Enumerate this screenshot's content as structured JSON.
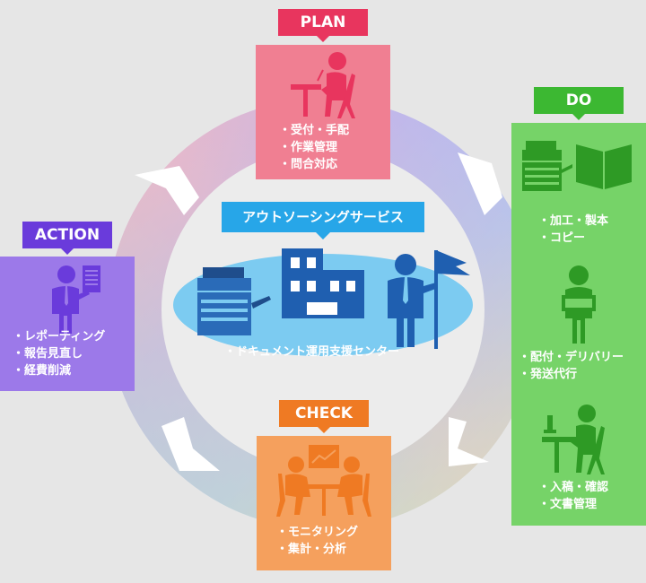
{
  "center": {
    "title": "アウトソーシングサービス",
    "label": "・ドキュメント運用支援センター"
  },
  "plan": {
    "tag": "PLAN",
    "items": [
      "・受付・手配",
      "・作業管理",
      "・問合対応"
    ],
    "color": "#f07f92",
    "tag_color": "#e8355e"
  },
  "do": {
    "tag": "DO",
    "groups": [
      {
        "items": [
          "・加工・製本",
          "・コピー"
        ],
        "icons": [
          "copier-icon",
          "book-icon"
        ]
      },
      {
        "items": [
          "・配付・デリバリー",
          "・発送代行"
        ],
        "icons": [
          "delivery-person-icon"
        ]
      },
      {
        "items": [
          "・入稿・確認",
          "・文書管理"
        ],
        "icons": [
          "desk-worker-icon"
        ]
      }
    ],
    "color": "#76d368",
    "tag_color": "#3cb832"
  },
  "check": {
    "tag": "CHECK",
    "items": [
      "・モニタリング",
      "・集計・分析"
    ],
    "color": "#f5a05d",
    "tag_color": "#ef7a23"
  },
  "action": {
    "tag": "ACTION",
    "items": [
      "・レポーティング",
      "・報告見直し",
      "・経費削減"
    ],
    "color": "#9c79e9",
    "tag_color": "#6a3bdb"
  }
}
